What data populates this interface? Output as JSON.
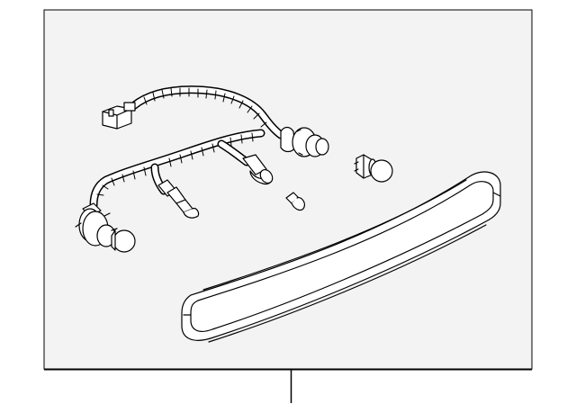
{
  "diagram": {
    "panel_fill": "#f3f3f3",
    "line_color": "#000000",
    "part_fill": "#ffffff",
    "parts": [
      "wiring-harness",
      "harness-connector",
      "bulb-socket",
      "bulb",
      "wedge-bulb",
      "high-mount-stop-lamp"
    ]
  }
}
